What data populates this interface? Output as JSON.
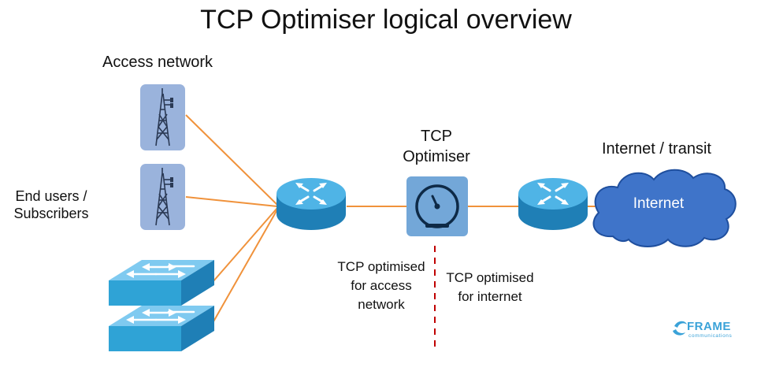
{
  "title": "TCP Optimiser logical overview",
  "labels": {
    "access_network": "Access network",
    "end_users": "End users / Subscribers",
    "tcp_optimiser": "TCP Optimiser",
    "internet_transit": "Internet / transit",
    "internet_cloud": "Internet",
    "tcp_access_side": "TCP optimised for access network",
    "tcp_internet_side": "TCP optimised for internet"
  },
  "logo": {
    "name": "FRAME",
    "tagline": "communications"
  },
  "colors": {
    "link_orange": "#f0923b",
    "router_blue": "#2a8fc8",
    "switch_blue": "#2fa3d6",
    "optimiser_bg": "#73a7d8",
    "tower_bg": "#9ab3dc",
    "cloud_blue": "#3f74c9",
    "divider_red": "#c00000",
    "logo_blue": "#3aa2d8"
  }
}
